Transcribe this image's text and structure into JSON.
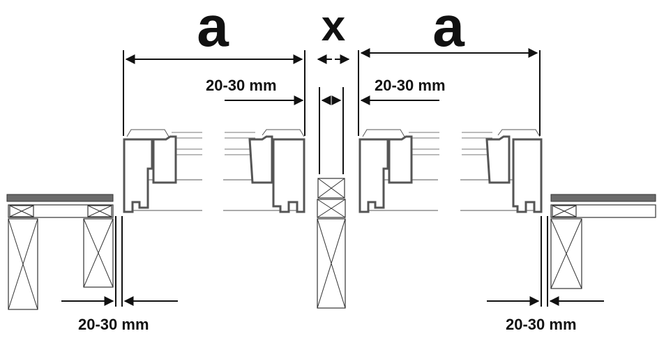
{
  "labels": {
    "a_left": "a",
    "x_center": "x",
    "a_right": "a",
    "dim_inner_left": "20-30 mm",
    "dim_inner_right": "20-30 mm",
    "dim_bottom_left": "20-30 mm",
    "dim_bottom_right": "20-30 mm"
  },
  "colors": {
    "line": "#111111",
    "profile": "#555555",
    "board": "#6b6b6b"
  }
}
